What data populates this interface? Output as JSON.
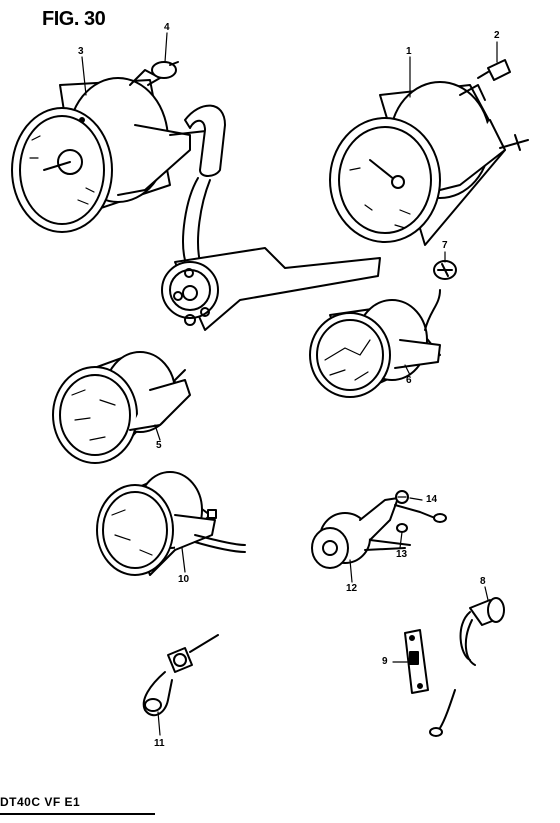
{
  "figure": {
    "title": "FIG. 30"
  },
  "footer": {
    "code": "DT40C  VF  E1"
  },
  "callouts": [
    {
      "id": "c1",
      "label": "1"
    },
    {
      "id": "c2",
      "label": "2"
    },
    {
      "id": "c3",
      "label": "3"
    },
    {
      "id": "c4",
      "label": "4"
    },
    {
      "id": "c5",
      "label": "5"
    },
    {
      "id": "c6",
      "label": "6"
    },
    {
      "id": "c7",
      "label": "7"
    },
    {
      "id": "c8",
      "label": "8"
    },
    {
      "id": "c9",
      "label": "9"
    },
    {
      "id": "c10",
      "label": "10"
    },
    {
      "id": "c11",
      "label": "11"
    },
    {
      "id": "c12",
      "label": "12"
    },
    {
      "id": "c13",
      "label": "13"
    },
    {
      "id": "c14",
      "label": "14"
    }
  ]
}
